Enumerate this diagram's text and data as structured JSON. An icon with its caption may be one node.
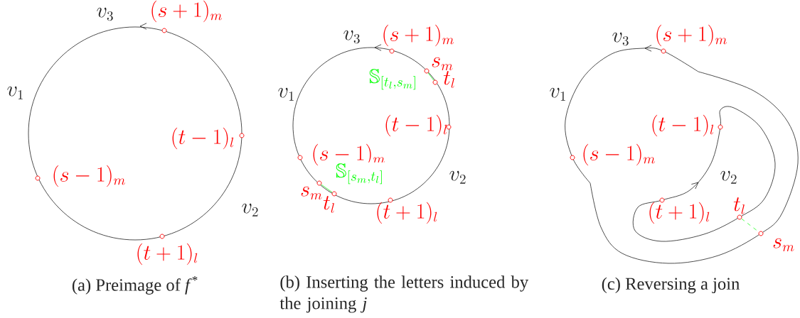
{
  "diagram": {
    "nodes": [
      {
        "text": [],
        "shape": "circle",
        "beside": [
          "(s+1)_m"
        ]
      },
      {
        "text": [],
        "shape": "circle",
        "beside": [
          "(t-1)_l"
        ]
      },
      {
        "text": [],
        "shape": "circle",
        "beside": [
          "(s-1)_m"
        ]
      },
      {
        "text": [],
        "shape": "circle",
        "beside": [
          "(t+1)_l"
        ]
      },
      {
        "text": [],
        "shape": "circle",
        "beside": [
          "(s+1)_m"
        ]
      },
      {
        "text": [],
        "shape": "circle",
        "beside": [
          "s_m"
        ]
      },
      {
        "text": [],
        "shape": "circle",
        "beside": [
          "t_l"
        ]
      },
      {
        "text": [],
        "shape": "circle",
        "beside": [
          "(t-1)_l"
        ]
      },
      {
        "text": [],
        "shape": "circle",
        "beside": [
          "(s-1)_m"
        ]
      },
      {
        "text": [],
        "shape": "circle",
        "beside": [
          "s_m"
        ]
      },
      {
        "text": [],
        "shape": "circle",
        "beside": [
          "t_l"
        ]
      },
      {
        "text": [],
        "shape": "circle",
        "beside": [
          "(t+1)_l"
        ]
      },
      {
        "text": [],
        "shape": "circle",
        "beside": [
          "(s+1)_m"
        ]
      },
      {
        "text": [],
        "shape": "circle",
        "beside": [
          "(t-1)_l"
        ]
      },
      {
        "text": [],
        "shape": "circle",
        "beside": [
          "(s-1)_m"
        ]
      },
      {
        "text": [],
        "shape": "circle",
        "beside": [
          "(t+1)_l"
        ]
      },
      {
        "text": [],
        "shape": "circle",
        "beside": [
          "t_l"
        ]
      },
      {
        "text": [],
        "shape": "circle",
        "beside": [
          "s_m"
        ]
      }
    ],
    "edges": [
      {
        "from": 5,
        "to": 6,
        "arrow": "none",
        "label": "\\mathbb{S}_{[t_l,s_m]}",
        "color": "#00ff00"
      },
      {
        "from": 9,
        "to": 10,
        "arrow": "none",
        "label": "\\mathbb{S}_{[s_m,t_l]}",
        "color": "#00ff00"
      },
      {
        "from": 16,
        "to": 17,
        "arrow": "none",
        "style": "dashed",
        "color": "#00ff00"
      }
    ],
    "labels": [
      "v_3",
      "v_1",
      "v_2",
      "(a) Preimage of *f*$^{*}$",
      "v_3",
      "v_1",
      "v_2",
      "(b) Inserting the letters induced by the joining *j*",
      "v_3",
      "v_1",
      "v_2",
      "(c) Reversing a join"
    ]
  }
}
